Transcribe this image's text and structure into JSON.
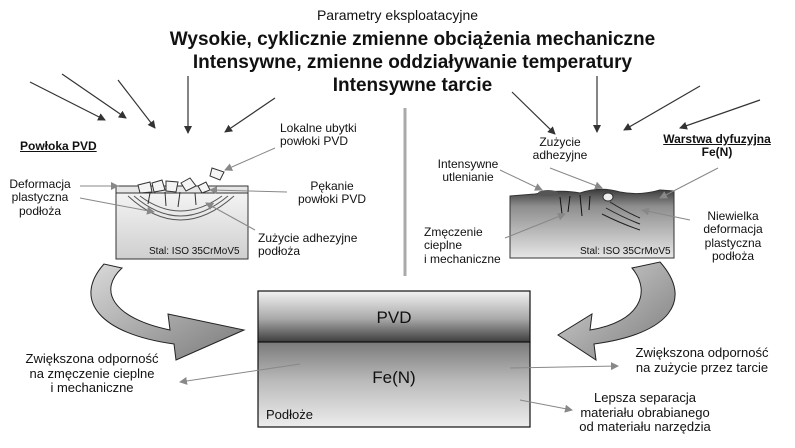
{
  "header": {
    "subtitle": "Parametry eksploatacyjne",
    "lines": [
      "Wysokie, cyklicznie zmienne obciążenia mechaniczne",
      "Intensywne, zmienne oddziaływanie temperatury",
      "Intensywne tarcie"
    ]
  },
  "left_panel": {
    "title": "Powłoka PVD",
    "material": "Stal: ISO 35CrMoV5",
    "labels": {
      "deformacja": [
        "Deformacja",
        "plastyczna",
        "podłoża"
      ],
      "ubytki": [
        "Lokalne ubytki",
        "powłoki PVD"
      ],
      "pekanie": [
        "Pękanie",
        "powłoki PVD"
      ],
      "zuzycie": [
        "Zużycie adhezyjne",
        "podłoża"
      ]
    }
  },
  "right_panel": {
    "title": [
      "Warstwa dyfuzyjna",
      "Fe(N)"
    ],
    "material": "Stal: ISO 35CrMoV5",
    "labels": {
      "zuzycie": [
        "Zużycie",
        "adhezyjne"
      ],
      "utlenianie": [
        "Intensywne",
        "utlenianie"
      ],
      "zmeczenie": [
        "Zmęczenie",
        "cieplne",
        "i mechaniczne"
      ],
      "deformacja": [
        "Niewielka",
        "deformacja",
        "plastyczna",
        "podłoża"
      ]
    }
  },
  "center_block": {
    "layer_top": "PVD",
    "layer_mid": "Fe(N)",
    "layer_base": "Podłoże"
  },
  "effects": {
    "left": [
      "Zwiększona odporność",
      "na zmęczenie cieplne",
      "i mechaniczne"
    ],
    "right_top": [
      "Zwiększona odporność",
      "na zużycie przez tarcie"
    ],
    "right_bottom": [
      "Lepsza separacja",
      "materiału obrabianego",
      "od materiału narzędzia"
    ]
  }
}
